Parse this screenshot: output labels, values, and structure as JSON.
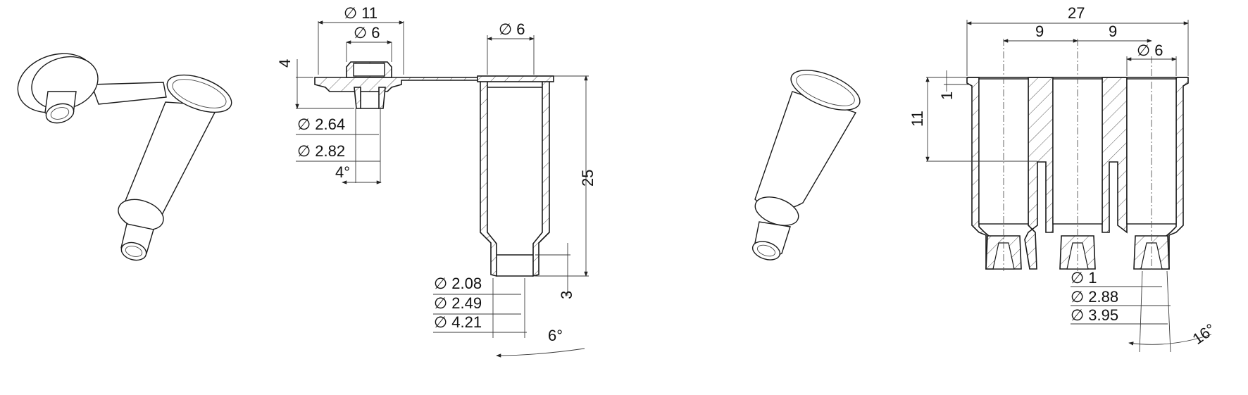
{
  "drawing": {
    "title": "Pipette tip / syringe reservoir technical drawing",
    "views": [
      {
        "id": "iso-assembly",
        "type": "isometric",
        "description": "Reservoir with attached cap on strap"
      },
      {
        "id": "section-assembly",
        "type": "section"
      },
      {
        "id": "iso-single",
        "type": "isometric",
        "description": "Single reservoir tube"
      },
      {
        "id": "section-triple",
        "type": "section",
        "description": "Three-tube block"
      }
    ]
  },
  "dims": {
    "cap_outer": "11",
    "cap_inner": "6",
    "cap_height": "4",
    "cap_d1": "2.64",
    "cap_d2": "2.82",
    "cap_angle": "4°",
    "tube_d": "6",
    "tube_len": "25",
    "tip_len": "3",
    "tip_d1": "2.08",
    "tip_d2": "2.49",
    "tip_d3": "4.21",
    "tip_angle": "6°",
    "block_width": "27",
    "pitch_1": "9",
    "pitch_2": "9",
    "block_tube_d": "6",
    "flange_t": "1",
    "web_h": "11",
    "block_d1": "1",
    "block_d2": "2.88",
    "block_d3": "3.95",
    "block_angle": "16°"
  },
  "symbols": {
    "diameter": "∅"
  }
}
